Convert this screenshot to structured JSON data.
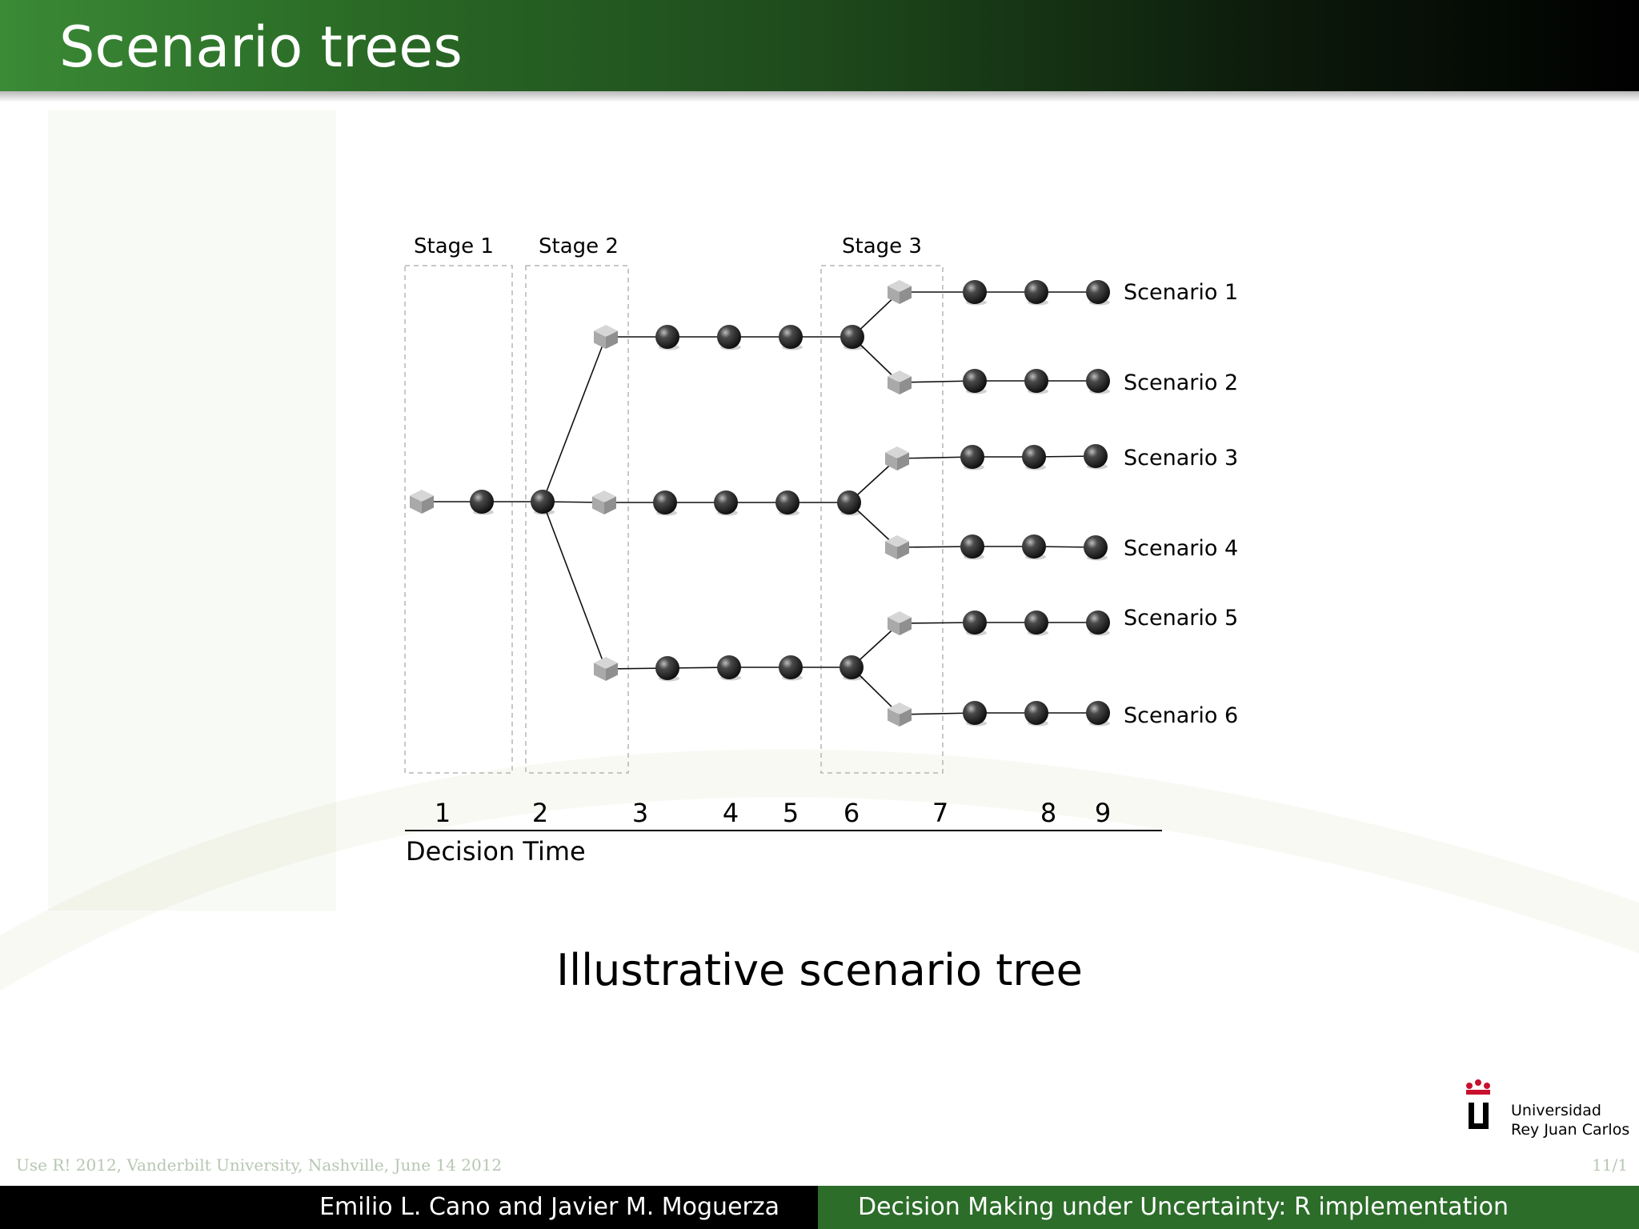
{
  "header": {
    "title": "Scenario trees"
  },
  "diagram": {
    "stages": [
      {
        "label": "Stage 1"
      },
      {
        "label": "Stage 2"
      },
      {
        "label": "Stage 3"
      }
    ],
    "scenarios": [
      "Scenario 1",
      "Scenario 2",
      "Scenario 3",
      "Scenario 4",
      "Scenario 5",
      "Scenario 6"
    ],
    "time_ticks": [
      "1",
      "2",
      "3",
      "4",
      "5",
      "6",
      "7",
      "8",
      "9"
    ],
    "axis_label": "Decision Time"
  },
  "caption": "Illustrative scenario tree",
  "logo": {
    "line1": "Universidad",
    "line2": "Rey Juan Carlos"
  },
  "footer": {
    "conference": "Use R! 2012, Vanderbilt University, Nashville, June 14 2012",
    "page": "11/1",
    "authors": "Emilio L. Cano and Javier M. Moguerza",
    "talk_title": "Decision Making under Uncertainty: R implementation"
  },
  "colors": {
    "header_start": "#3a8a36",
    "header_end": "#000000",
    "footer_green": "#2c6d29",
    "logo_red": "#c8102e"
  }
}
